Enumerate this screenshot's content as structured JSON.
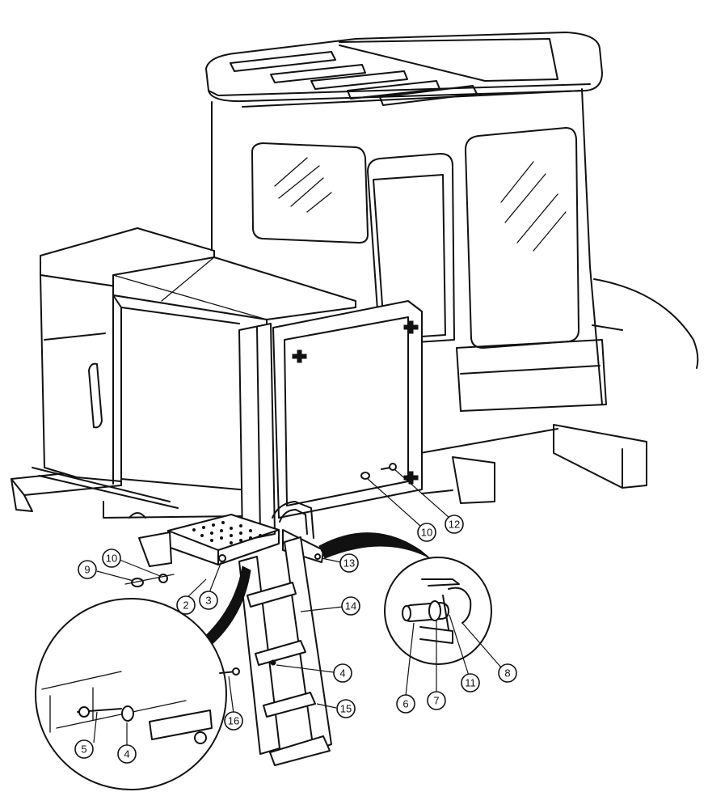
{
  "diagram": {
    "callouts": [
      "2",
      "3",
      "4",
      "4",
      "4",
      "5",
      "6",
      "7",
      "8",
      "9",
      "10",
      "10",
      "11",
      "12",
      "13",
      "14",
      "15",
      "16"
    ]
  }
}
